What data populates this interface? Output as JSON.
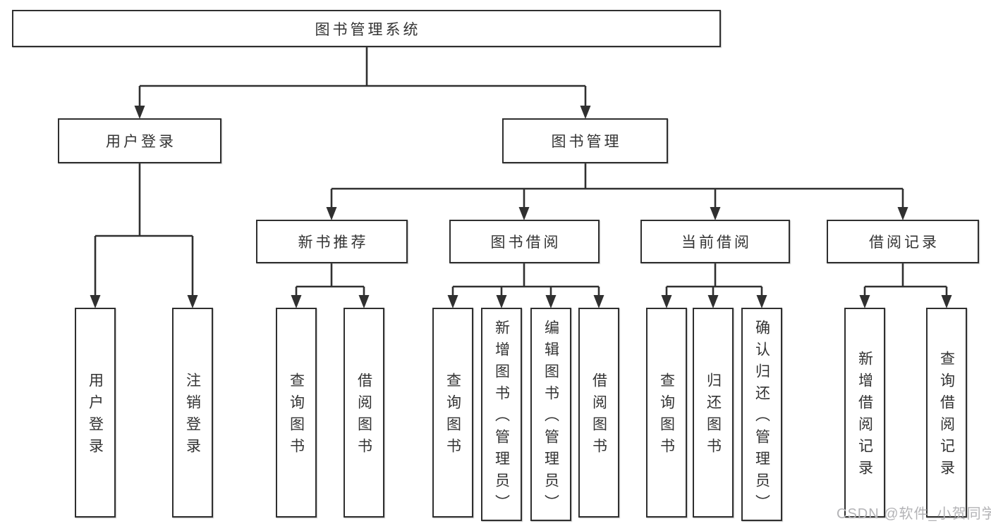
{
  "tree": {
    "root": "图书管理系统",
    "l2": [
      {
        "label": "用户登录"
      },
      {
        "label": "图书管理"
      }
    ],
    "l3": [
      {
        "label": "新书推荐"
      },
      {
        "label": "图书借阅"
      },
      {
        "label": "当前借阅"
      },
      {
        "label": "借阅记录"
      }
    ],
    "l4": {
      "user": [
        "用户登录",
        "注销登录"
      ],
      "recommend": [
        "查询图书",
        "借阅图书"
      ],
      "borrow": [
        "查询图书",
        "新增图书（管理员）",
        "编辑图书（管理员）",
        "借阅图书"
      ],
      "current": [
        "查询图书",
        "归还图书",
        "确认归还（管理员）"
      ],
      "records": [
        "新增借阅记录",
        "查询借阅记录"
      ]
    }
  },
  "watermark": "CSDN @软件_小贺同学",
  "colors": {
    "bg": "#ffffff",
    "line": "#303030",
    "border": "#2f2f2f",
    "text": "#333333",
    "watermark": "#b3b3b6"
  }
}
